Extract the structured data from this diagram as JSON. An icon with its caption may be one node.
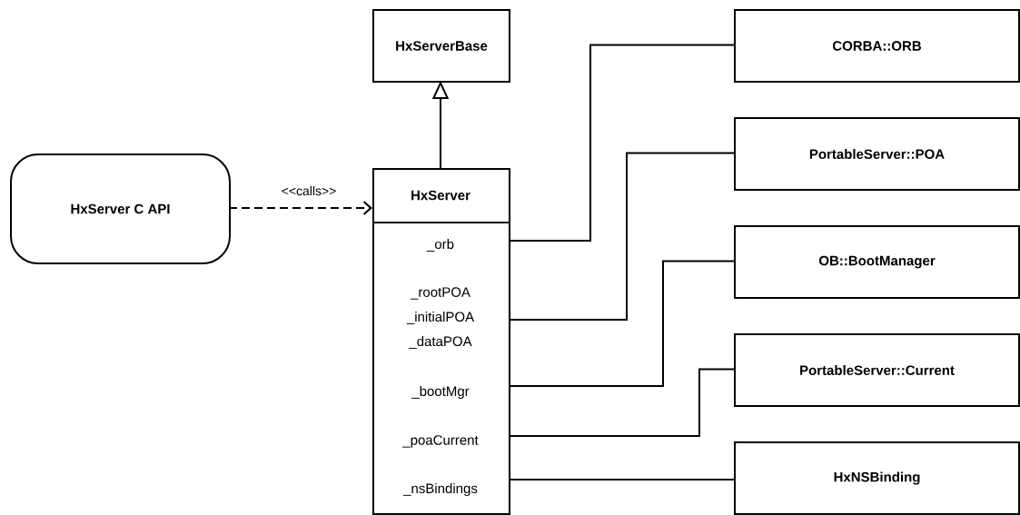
{
  "diagram": {
    "nodes": [
      {
        "text": [
          "HxServerBase"
        ]
      },
      {
        "text": [
          "HxServer C API"
        ]
      },
      {
        "text": [
          "HxServer",
          "_orb",
          "_rootPOA",
          "_initialPOA",
          "_dataPOA",
          "_bootMgr",
          "_poaCurrent",
          "_nsBindings"
        ]
      },
      {
        "text": [
          "CORBA::ORB"
        ]
      },
      {
        "text": [
          "PortableServer::POA"
        ]
      },
      {
        "text": [
          "OB::BootManager"
        ]
      },
      {
        "text": [
          "PortableServer::Current"
        ]
      },
      {
        "text": [
          "HxNSBinding"
        ]
      }
    ],
    "edges": [
      {
        "from": 2,
        "to": 0,
        "arrow": "to"
      },
      {
        "from": 1,
        "to": 2,
        "arrow": "to",
        "label": "<<calls>>",
        "style": "dashed"
      },
      {
        "from": 2,
        "to": 3,
        "arrow": "none"
      },
      {
        "from": 2,
        "to": 4,
        "arrow": "none"
      },
      {
        "from": 2,
        "to": 5,
        "arrow": "none"
      },
      {
        "from": 2,
        "to": 6,
        "arrow": "none"
      },
      {
        "from": 2,
        "to": 7,
        "arrow": "none"
      }
    ]
  }
}
